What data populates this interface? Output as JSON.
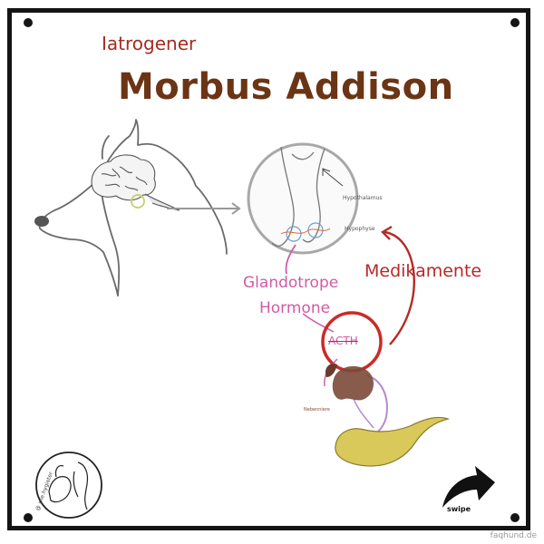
{
  "title": {
    "subtitle": "Iatrogener",
    "main": "Morbus Addison"
  },
  "labels": {
    "hypothalamus": "Hypothalamus",
    "hypophyse": "Hypophyse",
    "glandotrope": "Glandotrope",
    "hormone": "Hormone",
    "medikamente": "Medikamente",
    "acth": "ACTH",
    "niere": "Niere",
    "nebenniere": "Nebenniere"
  },
  "footer": {
    "swipe": "swipe",
    "credit": "@ wie.hygieter",
    "website": "faqhund.de"
  },
  "colors": {
    "frame": "#141414",
    "title_small": "#a52b20",
    "title_main": "#6b3515",
    "hormone_pink": "#d05aa8",
    "drug_red": "#b52a27",
    "kidney": "#7a4a3a",
    "gland_yellow": "#d9c95a",
    "vessel_purple": "#b58ad0"
  },
  "icons": [
    "dog-head-icon",
    "brain-icon",
    "swipe-arrow-icon",
    "logo-badge-icon"
  ]
}
